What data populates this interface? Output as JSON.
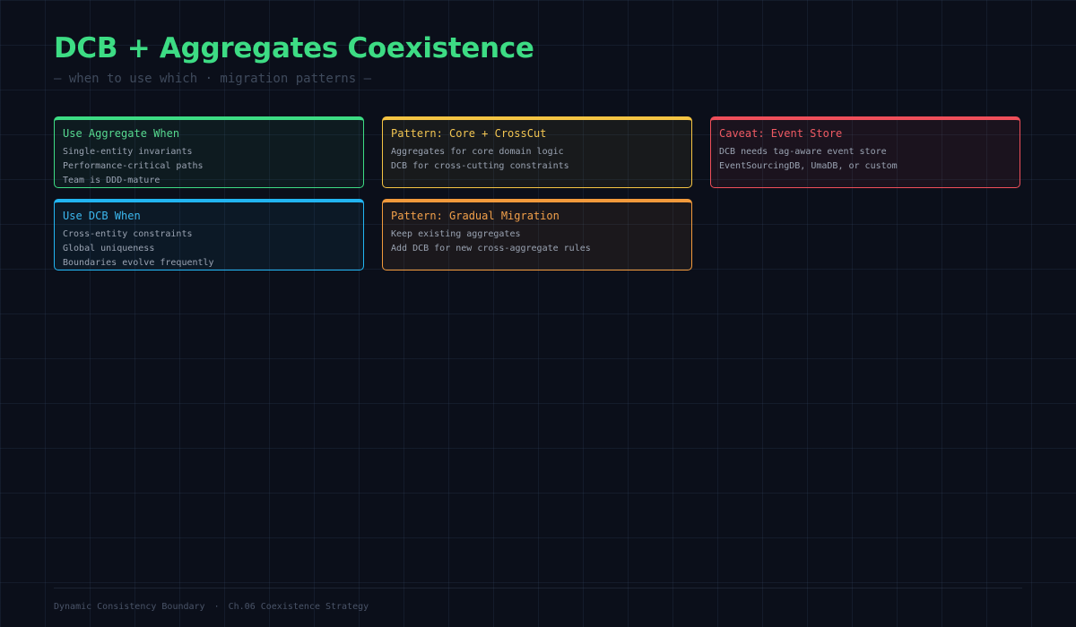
{
  "header": {
    "title": "DCB + Aggregates Coexistence",
    "subtitle": "— when to use which · migration patterns —"
  },
  "cards": [
    {
      "title": "Use Aggregate When",
      "lines": [
        "Single-entity invariants",
        "Performance-critical paths",
        "Team is DDD-mature"
      ],
      "color": "#3ddc84"
    },
    {
      "title": "Pattern: Core + CrossCut",
      "lines": [
        "Aggregates for core domain logic",
        "DCB for cross-cutting constraints"
      ],
      "color": "#f5c443"
    },
    {
      "title": "Caveat: Event Store",
      "lines": [
        "DCB needs tag-aware event store",
        "EventSourcingDB, UmaDB, or custom"
      ],
      "color": "#ef4f5a"
    },
    {
      "title": "Use DCB When",
      "lines": [
        "Cross-entity constraints",
        "Global uniqueness",
        "Boundaries evolve frequently"
      ],
      "color": "#22b5f2"
    },
    {
      "title": "Pattern: Gradual Migration",
      "lines": [
        "Keep existing aggregates",
        "Add DCB for new cross-aggregate rules"
      ],
      "color": "#f29a3c"
    }
  ],
  "footer": {
    "left": "Dynamic Consistency Boundary",
    "separator": "·",
    "right": "Ch.06 Coexistence Strategy"
  }
}
